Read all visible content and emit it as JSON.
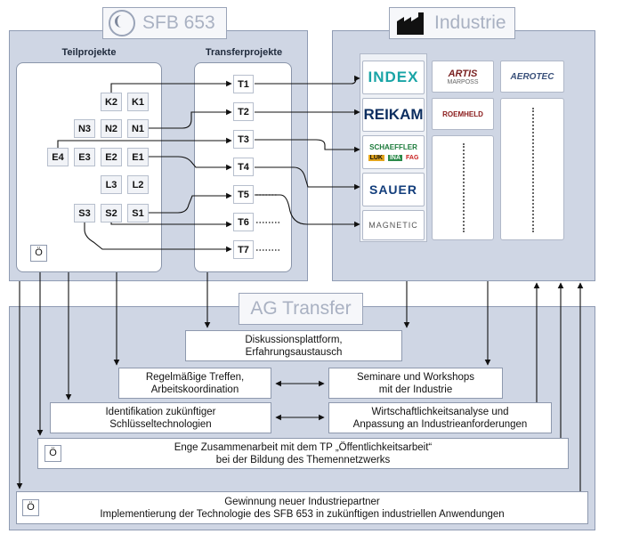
{
  "sfb": {
    "title": "SFB 653",
    "col_left": "Teilprojekte",
    "col_right": "Transferprojekte"
  },
  "industrie": {
    "title": "Industrie"
  },
  "teilprojekte": [
    "K2",
    "K1",
    "N3",
    "N2",
    "N1",
    "E4",
    "E3",
    "E2",
    "E1",
    "L3",
    "L2",
    "S3",
    "S2",
    "S1"
  ],
  "transferprojekte": [
    "T1",
    "T2",
    "T3",
    "T4",
    "T5",
    "T6",
    "T7"
  ],
  "companies": {
    "index": "INDEX",
    "artis": "ARTIS",
    "artis_sub": "MARPOSS",
    "aerotec": "AEROTEC",
    "reikam": "REIKAM",
    "roemheld": "ROEMHELD",
    "schaeffler": "SCHAEFFLER",
    "luk": "LUK",
    "ina": "INA",
    "fag": "FAG",
    "sauer": "SAUER",
    "magnetic": "MAGNETIC"
  },
  "ag": {
    "title": "AG Transfer"
  },
  "boxes": {
    "diskussion_l1": "Diskussionsplattform,",
    "diskussion_l2": "Erfahrungsaustausch",
    "treffen_l1": "Regelmäßige Treffen,",
    "treffen_l2": "Arbeitskoordination",
    "seminare_l1": "Seminare und Workshops",
    "seminare_l2": "mit der Industrie",
    "ident_l1": "Identifikation zukünftiger",
    "ident_l2": "Schlüsseltechnologien",
    "wirtschaft_l1": "Wirtschaftlichkeitsanalyse und",
    "wirtschaft_l2": "Anpassung an Industrieanforderungen",
    "zusammen_l1": "Enge Zusammenarbeit mit dem TP „Öffentlichkeitsarbeit“",
    "zusammen_l2": "bei der Bildung des Themennetzwerks",
    "gewinnung_l1": "Gewinnung neuer Industriepartner",
    "gewinnung_l2": "Implementierung der Technologie des SFB 653 in zukünftigen industriellen Anwendungen"
  },
  "icon_glyph": "Ö"
}
